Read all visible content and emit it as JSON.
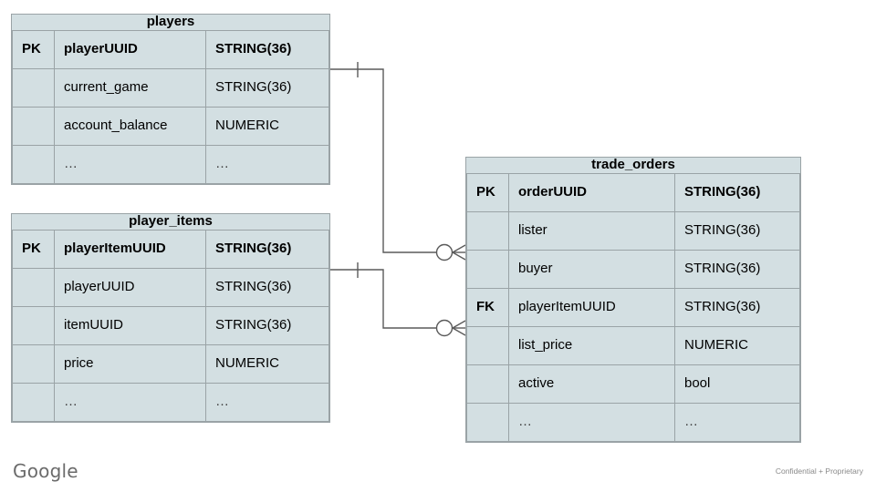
{
  "diagram": {
    "type": "entity-relationship-diagram",
    "notation": "crow's foot",
    "background_color": "#ffffff",
    "entity_fill_color": "#d3dfe2",
    "entity_border_color": "#9aa3a6",
    "connector_color": "#5a5a5a"
  },
  "entities": [
    {
      "id": "players",
      "title": "players",
      "columns": [
        {
          "key": "PK",
          "name": "playerUUID",
          "type": "STRING(36)",
          "bold": true
        },
        {
          "key": "",
          "name": "current_game",
          "type": "STRING(36)",
          "bold": false
        },
        {
          "key": "",
          "name": "account_balance",
          "type": "NUMERIC",
          "bold": false
        },
        {
          "key": "",
          "name": "…",
          "type": "…",
          "bold": false
        }
      ]
    },
    {
      "id": "player_items",
      "title": "player_items",
      "columns": [
        {
          "key": "PK",
          "name": "playerItemUUID",
          "type": "STRING(36)",
          "bold": true
        },
        {
          "key": "",
          "name": "playerUUID",
          "type": "STRING(36)",
          "bold": false
        },
        {
          "key": "",
          "name": "itemUUID",
          "type": "STRING(36)",
          "bold": false
        },
        {
          "key": "",
          "name": "price",
          "type": "NUMERIC",
          "bold": false
        },
        {
          "key": "",
          "name": "…",
          "type": "…",
          "bold": false
        }
      ]
    },
    {
      "id": "trade_orders",
      "title": "trade_orders",
      "columns": [
        {
          "key": "PK",
          "name": "orderUUID",
          "type": "STRING(36)",
          "bold": true
        },
        {
          "key": "",
          "name": "lister",
          "type": "STRING(36)",
          "bold": false
        },
        {
          "key": "",
          "name": "buyer",
          "type": "STRING(36)",
          "bold": false
        },
        {
          "key": "FK",
          "name": "playerItemUUID",
          "type": "STRING(36)",
          "bold": false
        },
        {
          "key": "",
          "name": "list_price",
          "type": "NUMERIC",
          "bold": false
        },
        {
          "key": "",
          "name": "active",
          "type": "bool",
          "bold": false
        },
        {
          "key": "",
          "name": "…",
          "type": "…",
          "bold": false
        }
      ]
    }
  ],
  "relationships": [
    {
      "id": "players-to-trade-orders",
      "from_entity": "players",
      "from_column": "playerUUID",
      "from_cardinality": "one",
      "to_entity": "trade_orders",
      "to_column": "lister",
      "to_cardinality": "zero-or-many"
    },
    {
      "id": "player-items-to-trade-orders",
      "from_entity": "player_items",
      "from_column": "playerItemUUID",
      "from_cardinality": "one",
      "to_entity": "trade_orders",
      "to_column": "playerItemUUID",
      "to_cardinality": "zero-or-many"
    }
  ],
  "footer": {
    "brand": "Google",
    "confidential": "Confidential + Proprietary"
  }
}
